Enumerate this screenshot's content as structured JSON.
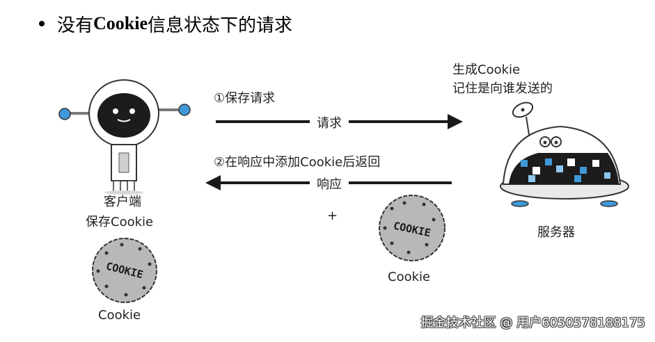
{
  "heading": {
    "prefix": "没有 ",
    "keyword": "Cookie",
    "suffix": " 信息状态下的请求"
  },
  "diagram": {
    "step1": "①保存请求",
    "request_label": "请求",
    "step2": "②在响应中添加Cookie后返回",
    "response_label": "响应",
    "plus": "+",
    "server_note_line1": "生成Cookie",
    "server_note_line2": "记住是向谁发送的",
    "client_label_line1": "客户端",
    "client_label_line2": "保存Cookie",
    "server_label": "服务器",
    "cookie_left_caption": "Cookie",
    "cookie_mid_caption": "Cookie",
    "cookie_text": "COOKIE"
  },
  "watermark": "掘金技术社区 @ 用户6050578188175",
  "icons": {
    "client": "robot-client-icon",
    "server": "robot-server-icon",
    "cookie": "cookie-icon",
    "antenna": "satellite-dish-icon"
  },
  "colors": {
    "robot_blue": "#3f98d8",
    "robot_body": "#1c1c1c",
    "cookie_fill": "#b8b8b8",
    "server_shell": "#ffffff"
  }
}
